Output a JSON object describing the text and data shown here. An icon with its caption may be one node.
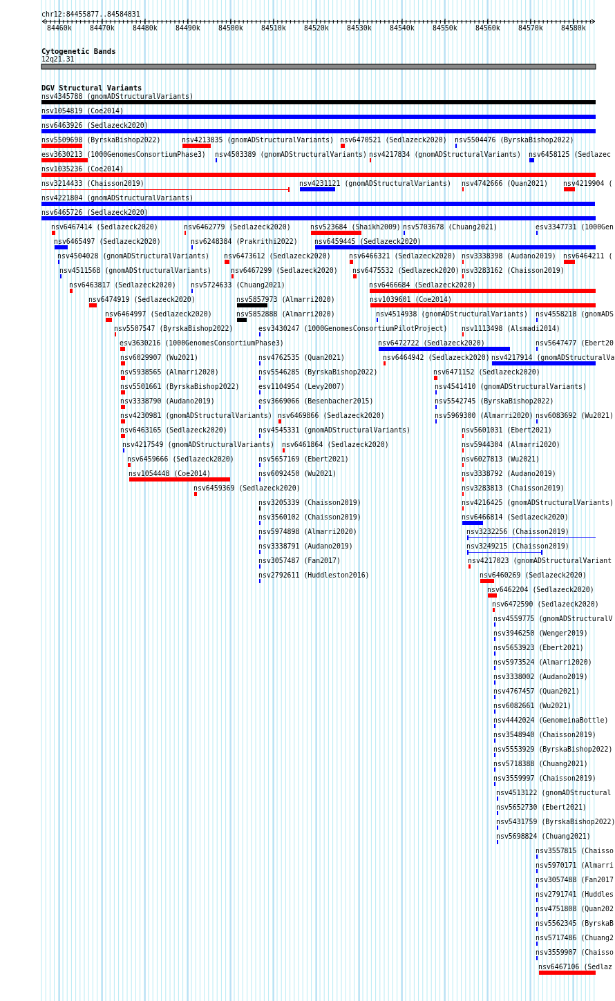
{
  "diagram": {
    "labels": [
      "chr12:84455877..84584831",
      "84460k",
      "84470k",
      "84480k",
      "84490k",
      "84500k",
      "84510k",
      "84520k",
      "84530k",
      "84540k",
      "84550k",
      "84560k",
      "84570k",
      "84580k",
      "Cytogenetic Bands",
      "12q21.31",
      "DGV Structural Variants",
      "nsv4345788 (gnomADStructuralVariants)",
      "nsv1054819 (Coe2014)",
      "nsv6463926 (Sedlazeck2020)",
      "nsv5509698 (ByrskaBishop2022)",
      "nsv4213835 (gnomADStructuralVariants)",
      "nsv6470521 (Sedlazeck2020)",
      "nsv5504476 (ByrskaBishop2022)",
      "esv3630213 (1000GenomesConsortiumPhase3)",
      "nsv4503389 (gnomADStructuralVariants)",
      "nsv4217834 (gnomADStructuralVariants)",
      "nsv6458125 (Sedlazec",
      "nsv1035236 (Coe2014)",
      "nsv3214433 (Chaisson2019)",
      "nsv4231121 (gnomADStructuralVariants)",
      "nsv4742666 (Quan2021)",
      "nsv4219904 (",
      "nsv4221804 (gnomADStructuralVariants)",
      "nsv6465726 (Sedlazeck2020)",
      "nsv6467414 (Sedlazeck2020)",
      "nsv6462779 (Sedlazeck2020)",
      "nsv523684 (Shaikh2009)",
      "nsv5703678 (Chuang2021)",
      "esv3347731 (1000Gen",
      "nsv6465497 (Sedlazeck2020)",
      "nsv6248384 (Prakrithi2022)",
      "nsv6459445 (Sedlazeck2020)",
      "nsv4504028 (gnomADStructuralVariants)",
      "nsv6473612 (Sedlazeck2020)",
      "nsv6466321 (Sedlazeck2020)",
      "nsv3338398 (Audano2019)",
      "nsv6464211 (",
      "nsv4511568 (gnomADStructuralVariants)",
      "nsv6467299 (Sedlazeck2020)",
      "nsv6475532 (Sedlazeck2020)",
      "nsv3283162 (Chaisson2019)",
      "nsv6463817 (Sedlazeck2020)",
      "nsv5724633 (Chuang2021)",
      "nsv6466684 (Sedlazeck2020)",
      "nsv6474919 (Sedlazeck2020)",
      "nsv5857973 (Almarri2020)",
      "nsv1039601 (Coe2014)",
      "nsv6464997 (Sedlazeck2020)",
      "nsv5852888 (Almarri2020)",
      "nsv4514938 (gnomADStructuralVariants)",
      "nsv4558218 (gnomADS",
      "nsv5507547 (ByrskaBishop2022)",
      "esv3430247 (1000GenomesConsortiumPilotProject)",
      "nsv1113498 (Alsmadi2014)",
      "esv3630216 (1000GenomesConsortiumPhase3)",
      "nsv6472722 (Sedlazeck2020)",
      "nsv5647477 (Ebert20",
      "nsv6029907 (Wu2021)",
      "nsv4762535 (Quan2021)",
      "nsv6464942 (Sedlazeck2020)",
      "nsv4217914 (gnomADStructuralVa",
      "nsv5938565 (Almarri2020)",
      "nsv5546285 (ByrskaBishop2022)",
      "nsv6471152 (Sedlazeck2020)",
      "nsv5501661 (ByrskaBishop2022)",
      "esv1104954 (Levy2007)",
      "nsv4541410 (gnomADStructuralVariants)",
      "nsv3338790 (Audano2019)",
      "esv3669066 (Besenbacher2015)",
      "nsv5542745 (ByrskaBishop2022)",
      "nsv4230981 (gnomADStructuralVariants)",
      "nsv6469866 (Sedlazeck2020)",
      "nsv5969300 (Almarri2020)",
      "nsv6083692 (Wu2021)",
      "nsv6463165 (Sedlazeck2020)",
      "nsv4545331 (gnomADStructuralVariants)",
      "nsv5601031 (Ebert2021)",
      "nsv4217549 (gnomADStructuralVariants)",
      "nsv6461864 (Sedlazeck2020)",
      "nsv5944304 (Almarri2020)",
      "nsv6459666 (Sedlazeck2020)",
      "nsv5657169 (Ebert2021)",
      "nsv6027813 (Wu2021)",
      "nsv1054448 (Coe2014)",
      "nsv6092450 (Wu2021)",
      "nsv3338792 (Audano2019)",
      "nsv6459369 (Sedlazeck2020)",
      "nsv3283813 (Chaisson2019)",
      "nsv3205339 (Chaisson2019)",
      "nsv4216425 (gnomADStructuralVariants)",
      "nsv3560102 (Chaisson2019)",
      "nsv6466814 (Sedlazeck2020)",
      "nsv5974898 (Almarri2020)",
      "nsv3232256 (Chaisson2019)",
      "nsv3338791 (Audano2019)",
      "nsv3249215 (Chaisson2019)",
      "nsv3057487 (Fan2017)",
      "nsv4217023 (gnomADStructuralVariant",
      "nsv2792611 (Huddleston2016)",
      "nsv6460269 (Sedlazeck2020)",
      "nsv6462204 (Sedlazeck2020)",
      "nsv6472590 (Sedlazeck2020)",
      "nsv4559775 (gnomADStructuralV",
      "nsv3946250 (Wenger2019)",
      "nsv5653923 (Ebert2021)",
      "nsv5973524 (Almarri2020)",
      "nsv3338002 (Audano2019)",
      "nsv4767457 (Quan2021)",
      "nsv6082661 (Wu2021)",
      "nsv4442024 (GenomeinaBottle)",
      "nsv3548940 (Chaisson2019)",
      "nsv5553929 (ByrskaBishop2022)",
      "nsv5718388 (Chuang2021)",
      "nsv3559997 (Chaisson2019)",
      "nsv4513122 (gnomADStructural",
      "nsv5652730 (Ebert2021)",
      "nsv5431759 (ByrskaBishop2022)",
      "nsv5698824 (Chuang2021)",
      "nsv3557815 (Chaisso",
      "nsv5970171 (Almarri",
      "nsv3057488 (Fan2017",
      "nsv2791741 (Huddles",
      "nsv4751808 (Quan202",
      "nsv5562345 (ByrskaB",
      "nsv5717486 (Chuang2",
      "nsv3559907 (Chaisso",
      "nsv6467106 (Sedlaz"
    ]
  }
}
